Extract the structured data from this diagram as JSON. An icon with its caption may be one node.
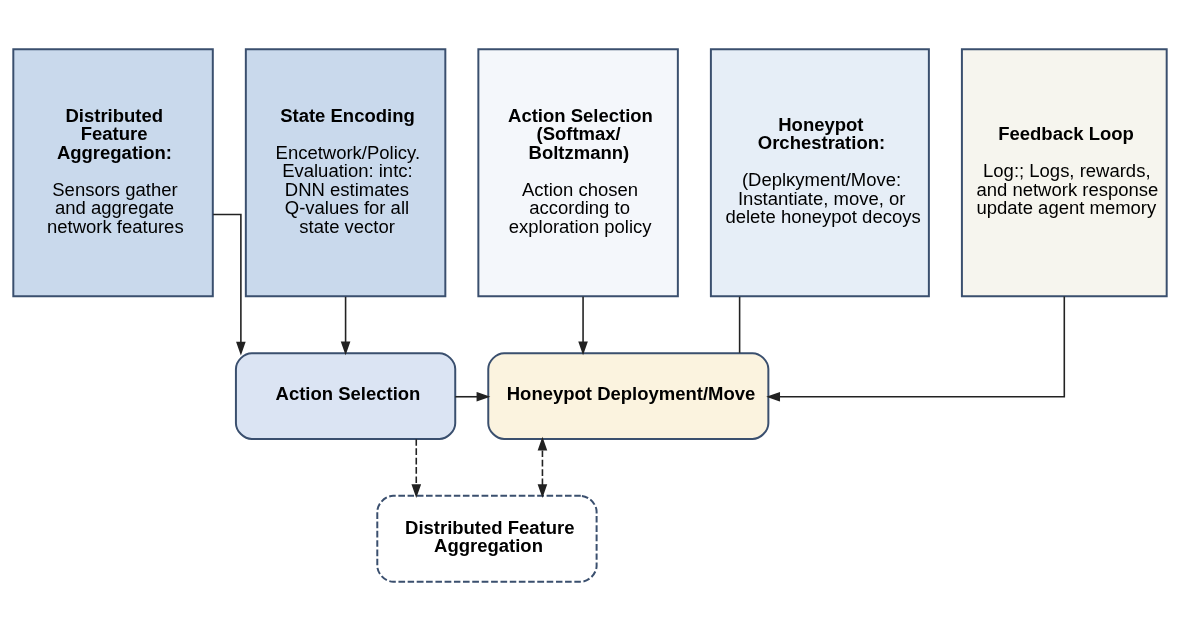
{
  "diagram": {
    "nodes": [
      {
        "text": [
          "Distributed Feature Aggregation:",
          "Sensors gather and aggregate network features"
        ]
      },
      {
        "text": [
          "State Encoding",
          "Encetwork/Policy. Evaluation: intc: DNN estimates Q-values for all state vector"
        ]
      },
      {
        "text": [
          "Action Selection (Softmax/ Boltzmann)",
          "Action chosen according to exploration policy"
        ]
      },
      {
        "text": [
          "Honeypot Orchestration:",
          "(Deplκyment/Move: Instantiate, move, or delete honeypot decoys"
        ]
      },
      {
        "text": [
          "Feedback Loop",
          "Log:; Logs, rewards, and network response update agent memory"
        ]
      },
      {
        "text": [
          "Action Selection"
        ]
      },
      {
        "text": [
          "Honeypot Deployment/Move"
        ]
      },
      {
        "text": [
          "Distributed Feature Aggregation"
        ]
      }
    ],
    "edges": [
      {
        "from": 0,
        "to": 5,
        "arrow": "to"
      },
      {
        "from": 1,
        "to": 5,
        "arrow": "to"
      },
      {
        "from": 2,
        "to": 6,
        "arrow": "to"
      },
      {
        "from": 3,
        "to": 6,
        "arrow": "none"
      },
      {
        "from": 4,
        "to": 6,
        "arrow": "to"
      },
      {
        "from": 5,
        "to": 6,
        "arrow": "to"
      },
      {
        "from": 5,
        "to": 7,
        "arrow": "to",
        "style": "dashed"
      },
      {
        "from": 7,
        "to": 6,
        "arrow": "both",
        "style": "dashed"
      }
    ]
  }
}
